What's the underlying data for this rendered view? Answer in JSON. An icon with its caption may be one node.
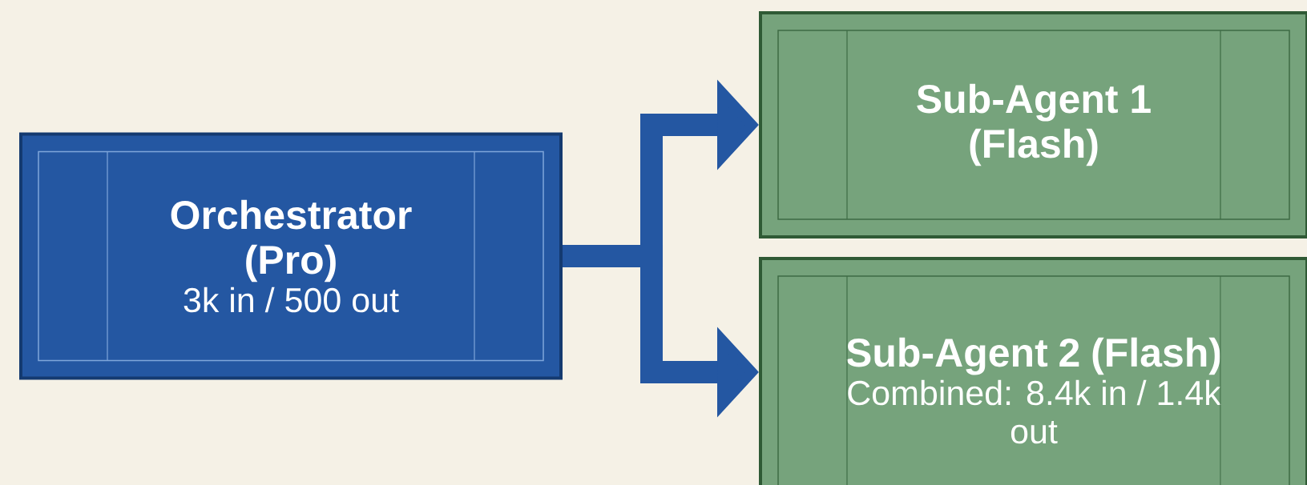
{
  "diagram": {
    "nodes": [
      {
        "text": [
          "Orchestrator (Pro)",
          "3k in / 500 out"
        ]
      },
      {
        "text": [
          "Sub-Agent 1 (Flash)"
        ]
      },
      {
        "text": [
          "Sub-Agent 2 (Flash)",
          "Combined: 8.4k in / 1.4k out"
        ]
      }
    ],
    "edges": [
      {
        "from": 0,
        "to": 1,
        "arrow": "to"
      },
      {
        "from": 0,
        "to": 2,
        "arrow": "to"
      }
    ]
  }
}
